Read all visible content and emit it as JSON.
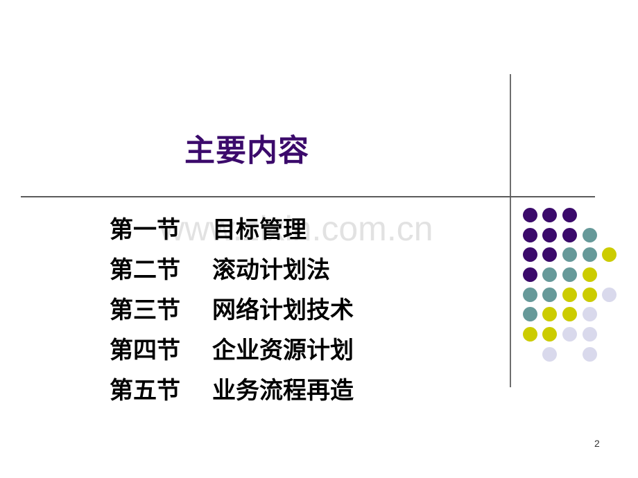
{
  "slide": {
    "title": "主要内容",
    "watermark": "www.zixin.com.cn",
    "page_number": "2",
    "items": [
      {
        "section": "第一节",
        "topic": "目标管理"
      },
      {
        "section": "第二节",
        "topic": "滚动计划法"
      },
      {
        "section": "第三节",
        "topic": "网络计划技术"
      },
      {
        "section": "第四节",
        "topic": "企业资源计划"
      },
      {
        "section": "第五节",
        "topic": "业务流程再造"
      }
    ],
    "colors": {
      "title": "#3b0a6b",
      "dot_purple": "#3b0a6b",
      "dot_teal": "#669999",
      "dot_olive": "#cccc00",
      "dot_lavender": "#d9d9ec",
      "lines": "#6e6e6e"
    }
  }
}
